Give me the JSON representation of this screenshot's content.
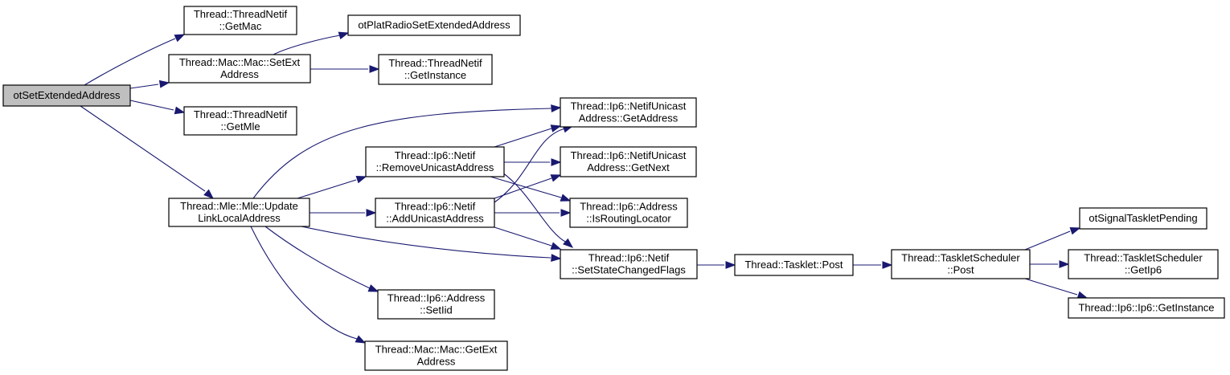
{
  "diagram": {
    "type": "call-graph",
    "colors": {
      "edge": "#191970",
      "node_fill": "#ffffff",
      "root_fill": "#bfbfbf",
      "node_border": "#000000"
    },
    "nodes": [
      {
        "id": "root",
        "lines": [
          "otSetExtendedAddress"
        ],
        "root": true
      },
      {
        "id": "n1",
        "lines": [
          "Thread::ThreadNetif",
          "::GetMac"
        ]
      },
      {
        "id": "n2",
        "lines": [
          "Thread::Mac::Mac::SetExt",
          "Address"
        ]
      },
      {
        "id": "n3",
        "lines": [
          "Thread::ThreadNetif",
          "::GetMle"
        ]
      },
      {
        "id": "n4",
        "lines": [
          "Thread::Mle::Mle::Update",
          "LinkLocalAddress"
        ]
      },
      {
        "id": "n5",
        "lines": [
          "otPlatRadioSetExtendedAddress"
        ]
      },
      {
        "id": "n6",
        "lines": [
          "Thread::ThreadNetif",
          "::GetInstance"
        ]
      },
      {
        "id": "n7",
        "lines": [
          "Thread::Ip6::NetifUnicast",
          "Address::GetAddress"
        ]
      },
      {
        "id": "n8",
        "lines": [
          "Thread::Ip6::Netif",
          "::RemoveUnicastAddress"
        ]
      },
      {
        "id": "n9",
        "lines": [
          "Thread::Ip6::NetifUnicast",
          "Address::GetNext"
        ]
      },
      {
        "id": "n10",
        "lines": [
          "Thread::Ip6::Netif",
          "::AddUnicastAddress"
        ]
      },
      {
        "id": "n11",
        "lines": [
          "Thread::Ip6::Address",
          "::IsRoutingLocator"
        ]
      },
      {
        "id": "n12",
        "lines": [
          "Thread::Ip6::Netif",
          "::SetStateChangedFlags"
        ]
      },
      {
        "id": "n13",
        "lines": [
          "Thread::Ip6::Address",
          "::SetIid"
        ]
      },
      {
        "id": "n14",
        "lines": [
          "Thread::Mac::Mac::GetExt",
          "Address"
        ]
      },
      {
        "id": "n15",
        "lines": [
          "Thread::Tasklet::Post"
        ]
      },
      {
        "id": "n16",
        "lines": [
          "Thread::TaskletScheduler",
          "::Post"
        ]
      },
      {
        "id": "n17",
        "lines": [
          "otSignalTaskletPending"
        ]
      },
      {
        "id": "n18",
        "lines": [
          "Thread::TaskletScheduler",
          "::GetIp6"
        ]
      },
      {
        "id": "n19",
        "lines": [
          "Thread::Ip6::Ip6::GetInstance"
        ]
      }
    ],
    "edges": [
      {
        "from": "root",
        "to": "n1"
      },
      {
        "from": "root",
        "to": "n2"
      },
      {
        "from": "root",
        "to": "n3"
      },
      {
        "from": "root",
        "to": "n4"
      },
      {
        "from": "n2",
        "to": "n5"
      },
      {
        "from": "n2",
        "to": "n6"
      },
      {
        "from": "n4",
        "to": "n7"
      },
      {
        "from": "n4",
        "to": "n8"
      },
      {
        "from": "n4",
        "to": "n10"
      },
      {
        "from": "n4",
        "to": "n12"
      },
      {
        "from": "n4",
        "to": "n13"
      },
      {
        "from": "n4",
        "to": "n14"
      },
      {
        "from": "n8",
        "to": "n7"
      },
      {
        "from": "n8",
        "to": "n9"
      },
      {
        "from": "n8",
        "to": "n11"
      },
      {
        "from": "n8",
        "to": "n12"
      },
      {
        "from": "n10",
        "to": "n7"
      },
      {
        "from": "n10",
        "to": "n9"
      },
      {
        "from": "n10",
        "to": "n11"
      },
      {
        "from": "n10",
        "to": "n12"
      },
      {
        "from": "n12",
        "to": "n15"
      },
      {
        "from": "n15",
        "to": "n16"
      },
      {
        "from": "n16",
        "to": "n17"
      },
      {
        "from": "n16",
        "to": "n18"
      },
      {
        "from": "n16",
        "to": "n19"
      }
    ]
  }
}
